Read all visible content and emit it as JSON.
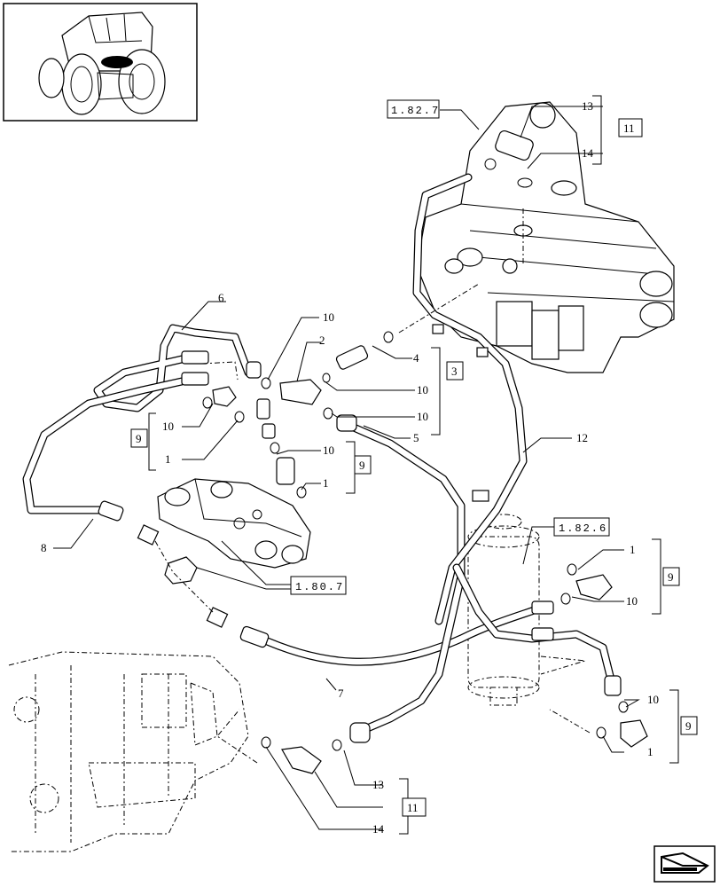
{
  "callouts": {
    "c1a": "1",
    "c1b": "1",
    "c1c": "1",
    "c1d": "1",
    "c2": "2",
    "c3": "3",
    "c4": "4",
    "c5": "5",
    "c6": "6",
    "c7": "7",
    "c8": "8",
    "c9a": "9",
    "c9b": "9",
    "c9c": "9",
    "c9d": "9",
    "c10a": "10",
    "c10b": "10",
    "c10c": "10",
    "c10d": "10",
    "c10e": "10",
    "c10f": "10",
    "c10g": "10",
    "c11a": "11",
    "c11b": "11",
    "c12": "12",
    "c13a": "13",
    "c13b": "13",
    "c14a": "14",
    "c14b": "14"
  },
  "references": {
    "ref_top": "1.82.7",
    "ref_mid": "1.82.6",
    "ref_valve": "1.80.7"
  },
  "icons": {
    "tractor": "tractor-thumbnail-icon",
    "nav": "next-page-arrow-icon"
  }
}
